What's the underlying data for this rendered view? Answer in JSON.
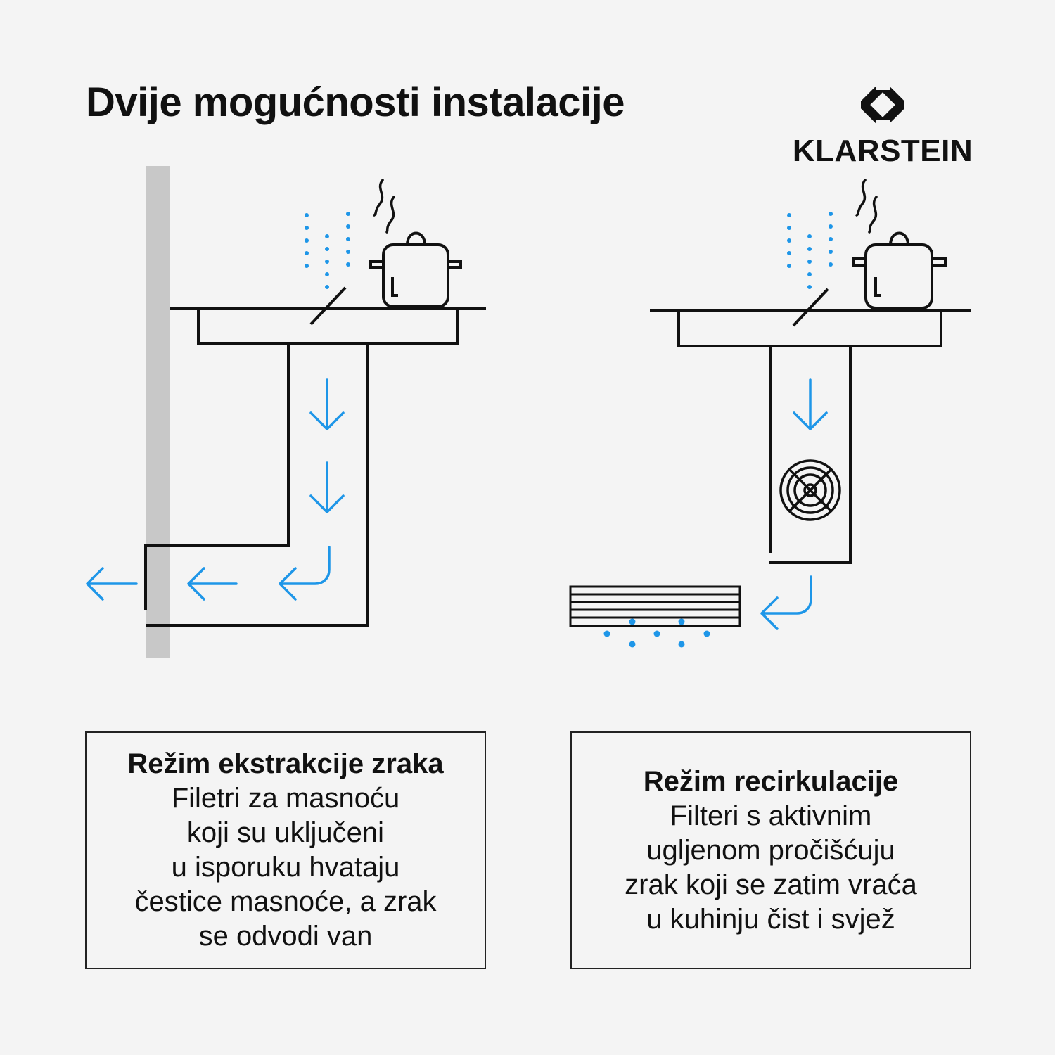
{
  "title": "Dvije mogućnosti instalacije",
  "brand": {
    "name": "KLARSTEIN",
    "logo_icon": "klarstein-diamond-logo"
  },
  "colors": {
    "accent": "#1e96e8",
    "wall": "#c8c8c8",
    "line": "#111111",
    "background": "#f4f4f4"
  },
  "extraction": {
    "title": "Režim ekstrakcije zraka",
    "lines": [
      "Filetri za masnoću",
      "koji su uključeni",
      "u isporuku hvataju",
      "čestice masnoće, a zrak",
      "se odvodi van"
    ]
  },
  "recirculation": {
    "title": "Režim recirkulacije",
    "lines": [
      "Filteri s aktivnim",
      "ugljenom pročišćuju",
      "zrak koji se zatim vraća",
      "u kuhinju čist i svjež"
    ]
  }
}
